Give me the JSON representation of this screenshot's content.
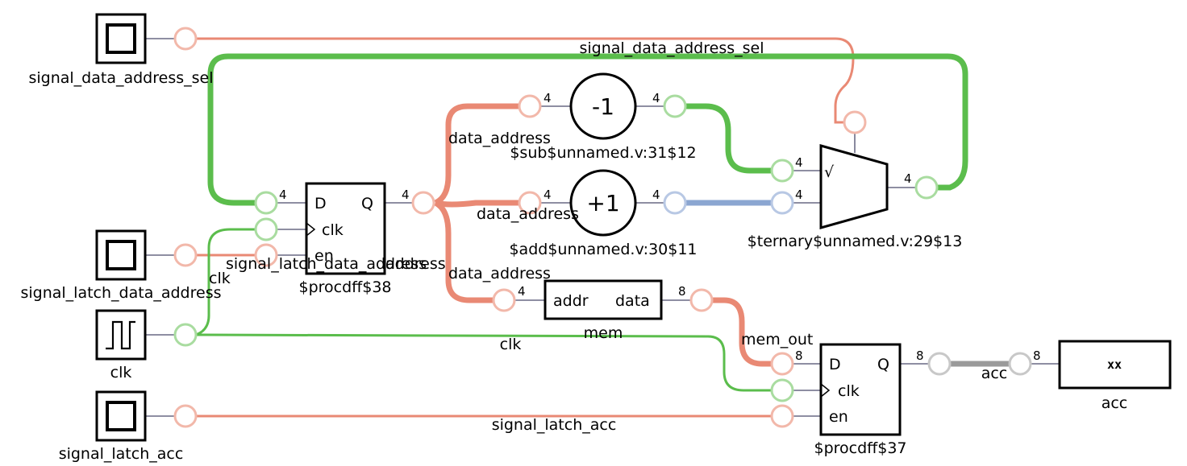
{
  "colors": {
    "signal_red": "#e98974",
    "signal_green": "#5bbd4c",
    "signal_blue": "#8ba6d1",
    "signal_gray": "#9a9a9a",
    "port_red": "#f2b8aa",
    "port_green": "#a9dca0",
    "port_blue": "#b8c8e4",
    "port_gray": "#c8c8c8"
  },
  "inputs": {
    "data_address_sel": "signal_data_address_sel",
    "latch_data_address": "signal_latch_data_address",
    "clk": "clk",
    "latch_acc": "signal_latch_acc"
  },
  "wire_labels": {
    "data_address_sel": "signal_data_address_sel",
    "data_address_top": "data_address",
    "data_address_mid": "data_address",
    "data_address_bottom": "data_address",
    "address_out": "address",
    "latch_data_address": "signal_latch_data_address",
    "clk_left": "clk",
    "clk_bottom": "clk",
    "mem_out": "mem_out",
    "latch_acc": "signal_latch_acc",
    "acc": "acc"
  },
  "cells": {
    "sub": {
      "op": "-1",
      "name": "$sub$unnamed.v:31$12"
    },
    "add": {
      "op": "+1",
      "name": "$add$unnamed.v:30$11"
    },
    "ternary": {
      "name": "$ternary$unnamed.v:29$13",
      "select_glyph": "√"
    },
    "dff_addr": {
      "name": "$procdff$38",
      "d": "D",
      "q": "Q",
      "clk": "clk",
      "en": "en"
    },
    "mem": {
      "name": "mem",
      "addr": "addr",
      "data": "data"
    },
    "dff_acc": {
      "name": "$procdff$37",
      "d": "D",
      "q": "Q",
      "clk": "clk",
      "en": "en"
    }
  },
  "output": {
    "name": "acc",
    "value": "xx"
  },
  "widths": {
    "dff_addr_d": "4",
    "dff_addr_q": "4",
    "sub_in": "4",
    "sub_out": "4",
    "add_in": "4",
    "add_out": "4",
    "mux_a": "4",
    "mux_b": "4",
    "mux_out": "4",
    "mem_addr": "4",
    "mem_data": "8",
    "dff_acc_d": "8",
    "dff_acc_q": "8",
    "acc_in": "8"
  }
}
